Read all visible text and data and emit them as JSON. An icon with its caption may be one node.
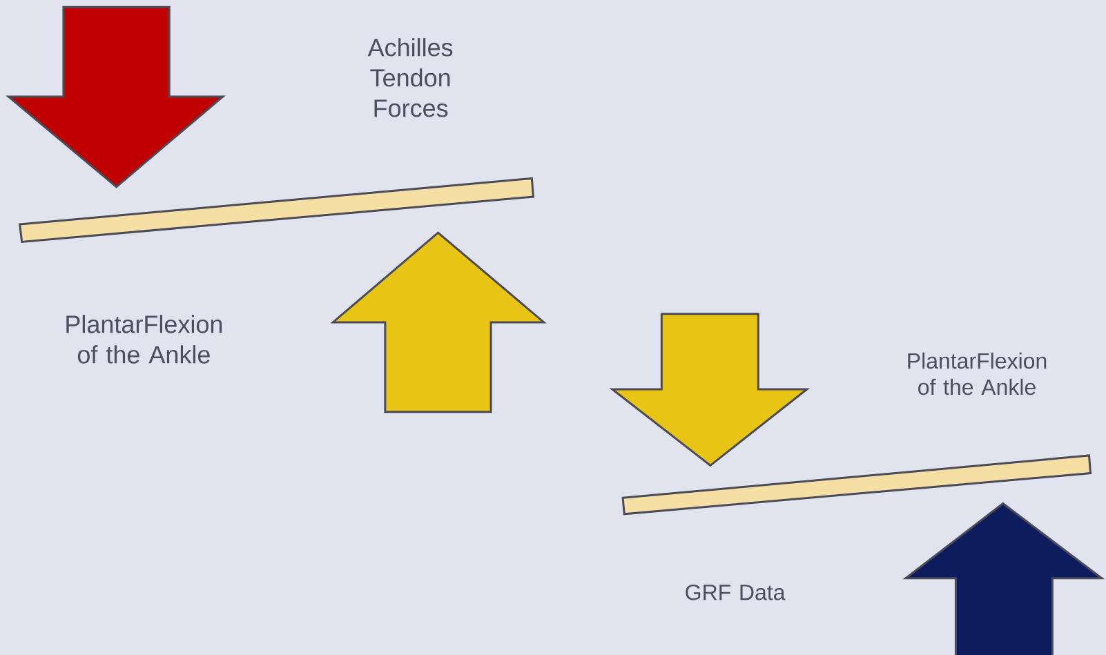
{
  "diagram": {
    "labels": [
      "Achilles Tendon Forces",
      "PlantarFlexion of the Ankle",
      "PlantarFlexion of the Ankle",
      "GRF Data"
    ]
  }
}
